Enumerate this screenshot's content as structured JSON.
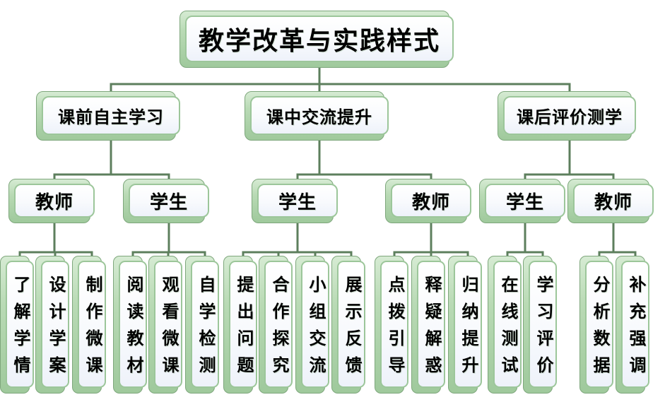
{
  "title": "教学改革与实践样式",
  "colors": {
    "connector_line": "#5d7f5d",
    "box_border": "#9cc69a",
    "box_shadow_green": "#a9cfa6",
    "text": "#000000",
    "background": "#ffffff"
  },
  "phases": [
    {
      "label": "课前自主学习",
      "roles": [
        {
          "label": "教师",
          "tasks": [
            "了解学情",
            "设计学案",
            "制作微课"
          ]
        },
        {
          "label": "学生",
          "tasks": [
            "阅读教材",
            "观看微课",
            "自学检测"
          ]
        }
      ]
    },
    {
      "label": "课中交流提升",
      "roles": [
        {
          "label": "学生",
          "tasks": [
            "提出问题",
            "合作探究",
            "小组交流",
            "展示反馈"
          ]
        },
        {
          "label": "教师",
          "tasks": [
            "点拨引导",
            "释疑解惑",
            "归纳提升"
          ]
        }
      ]
    },
    {
      "label": "课后评价测学",
      "roles": [
        {
          "label": "学生",
          "tasks": [
            "在线测试",
            "学习评价"
          ]
        },
        {
          "label": "教师",
          "tasks": [
            "分析数据",
            "补充强调"
          ]
        }
      ]
    }
  ]
}
